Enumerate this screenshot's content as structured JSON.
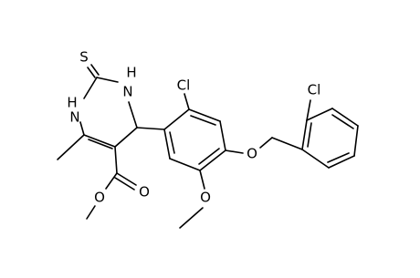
{
  "molecule": {
    "atom_labels": {
      "sulfur": "S",
      "nh_top": "H",
      "n_top": "N",
      "nh_left": "H",
      "n_left": "N",
      "cl_ring": "Cl",
      "cl_benzyl": "Cl",
      "o_ether": "O",
      "o_methoxy": "O",
      "o_carbonyl": "O",
      "o_ester": "O"
    }
  }
}
